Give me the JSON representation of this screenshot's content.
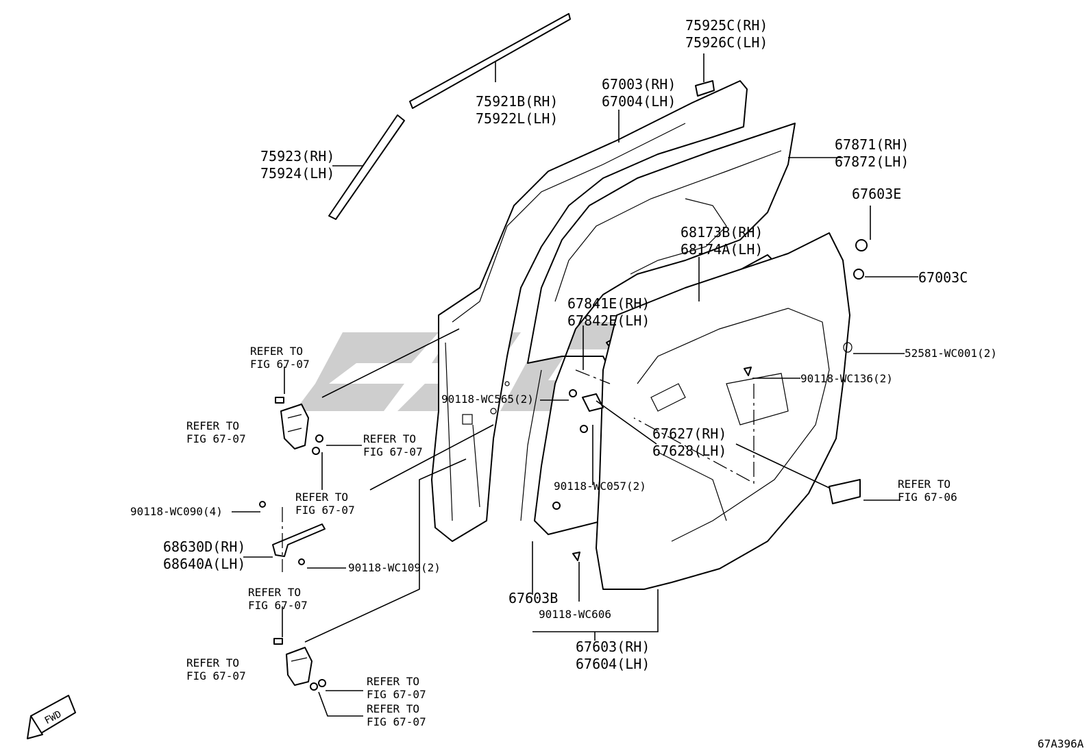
{
  "labels": {
    "p75925c": "75925C(RH)",
    "p75926c": "75926C(LH)",
    "p67003": "67003(RH)",
    "p67004": "67004(LH)",
    "p75921b": "75921B(RH)",
    "p75922l": "75922L(LH)",
    "p75923": "75923(RH)",
    "p75924": "75924(LH)",
    "p67871": "67871(RH)",
    "p67872": "67872(LH)",
    "p67603e": "67603E",
    "p68173b": "68173B(RH)",
    "p68174a": "68174A(LH)",
    "p67003c": "67003C",
    "p67841e": "67841E(RH)",
    "p67842e": "67842E(LH)",
    "p52581": "52581-WC001(2)",
    "p90118wc136": "90118-WC136(2)",
    "p90118wc565": "90118-WC565(2)",
    "p67627": "67627(RH)",
    "p67628": "67628(LH)",
    "p90118wc057": "90118-WC057(2)",
    "p90118wc090": "90118-WC090(4)",
    "p68630d": "68630D(RH)",
    "p68640a": "68640A(LH)",
    "p90118wc109": "90118-WC109(2)",
    "p67603b": "67603B",
    "p90118wc606": "90118-WC606",
    "p67603": "67603(RH)",
    "p67604": "67604(LH)",
    "refer_to": "REFER TO",
    "fig_67_07": "FIG 67-07",
    "fig_67_06": "FIG 67-06",
    "fwd": "FWD",
    "drawing_code": "67A396A"
  }
}
